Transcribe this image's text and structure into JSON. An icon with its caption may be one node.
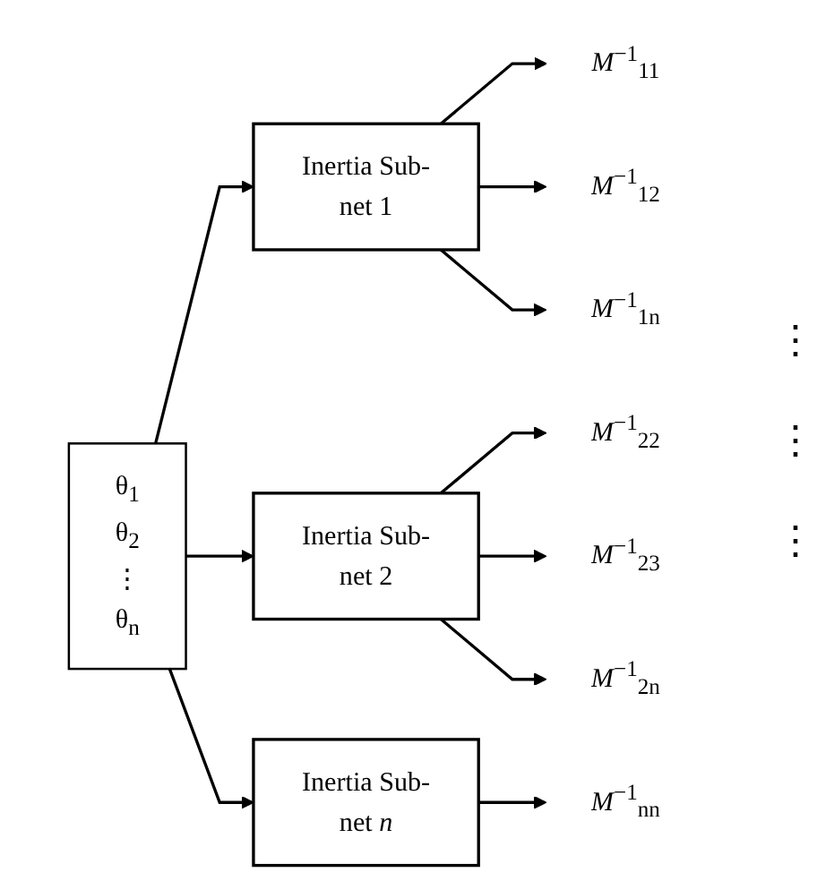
{
  "diagram": {
    "nodes": [
      {
        "text": [
          "θ$_{1}$ θ$_{2}$ ⋮ θ$_{n}$"
        ]
      },
      {
        "text": [
          "Inertia Sub-net 1"
        ]
      },
      {
        "text": [
          "Inertia Sub-net 2"
        ]
      },
      {
        "text": [
          "Inertia Sub-net *n*"
        ]
      },
      {
        "text": [
          "*M*$^{−1}$$_{11}$"
        ]
      },
      {
        "text": [
          "*M*$^{−1}$$_{12}$"
        ]
      },
      {
        "text": [
          "*M*$^{−1}$$_{1n}$"
        ]
      },
      {
        "text": [
          "*M*$^{−1}$$_{22}$"
        ]
      },
      {
        "text": [
          "*M*$^{−1}$$_{23}$"
        ]
      },
      {
        "text": [
          "*M*$^{−1}$$_{2n}$"
        ]
      },
      {
        "text": [
          "*M*$^{−1}$$_{nn}$"
        ]
      }
    ],
    "edges": [
      {
        "from": 0,
        "to": 1,
        "arrow": "to"
      },
      {
        "from": 0,
        "to": 2,
        "arrow": "to"
      },
      {
        "from": 0,
        "to": 3,
        "arrow": "to"
      },
      {
        "from": 1,
        "to": 4,
        "arrow": "to"
      },
      {
        "from": 1,
        "to": 5,
        "arrow": "to"
      },
      {
        "from": 1,
        "to": 6,
        "arrow": "to"
      },
      {
        "from": 2,
        "to": 7,
        "arrow": "to"
      },
      {
        "from": 2,
        "to": 8,
        "arrow": "to"
      },
      {
        "from": 2,
        "to": 9,
        "arrow": "to"
      },
      {
        "from": 3,
        "to": 10,
        "arrow": "to"
      }
    ],
    "labels": [
      "⋮",
      "⋮",
      "⋮"
    ]
  }
}
